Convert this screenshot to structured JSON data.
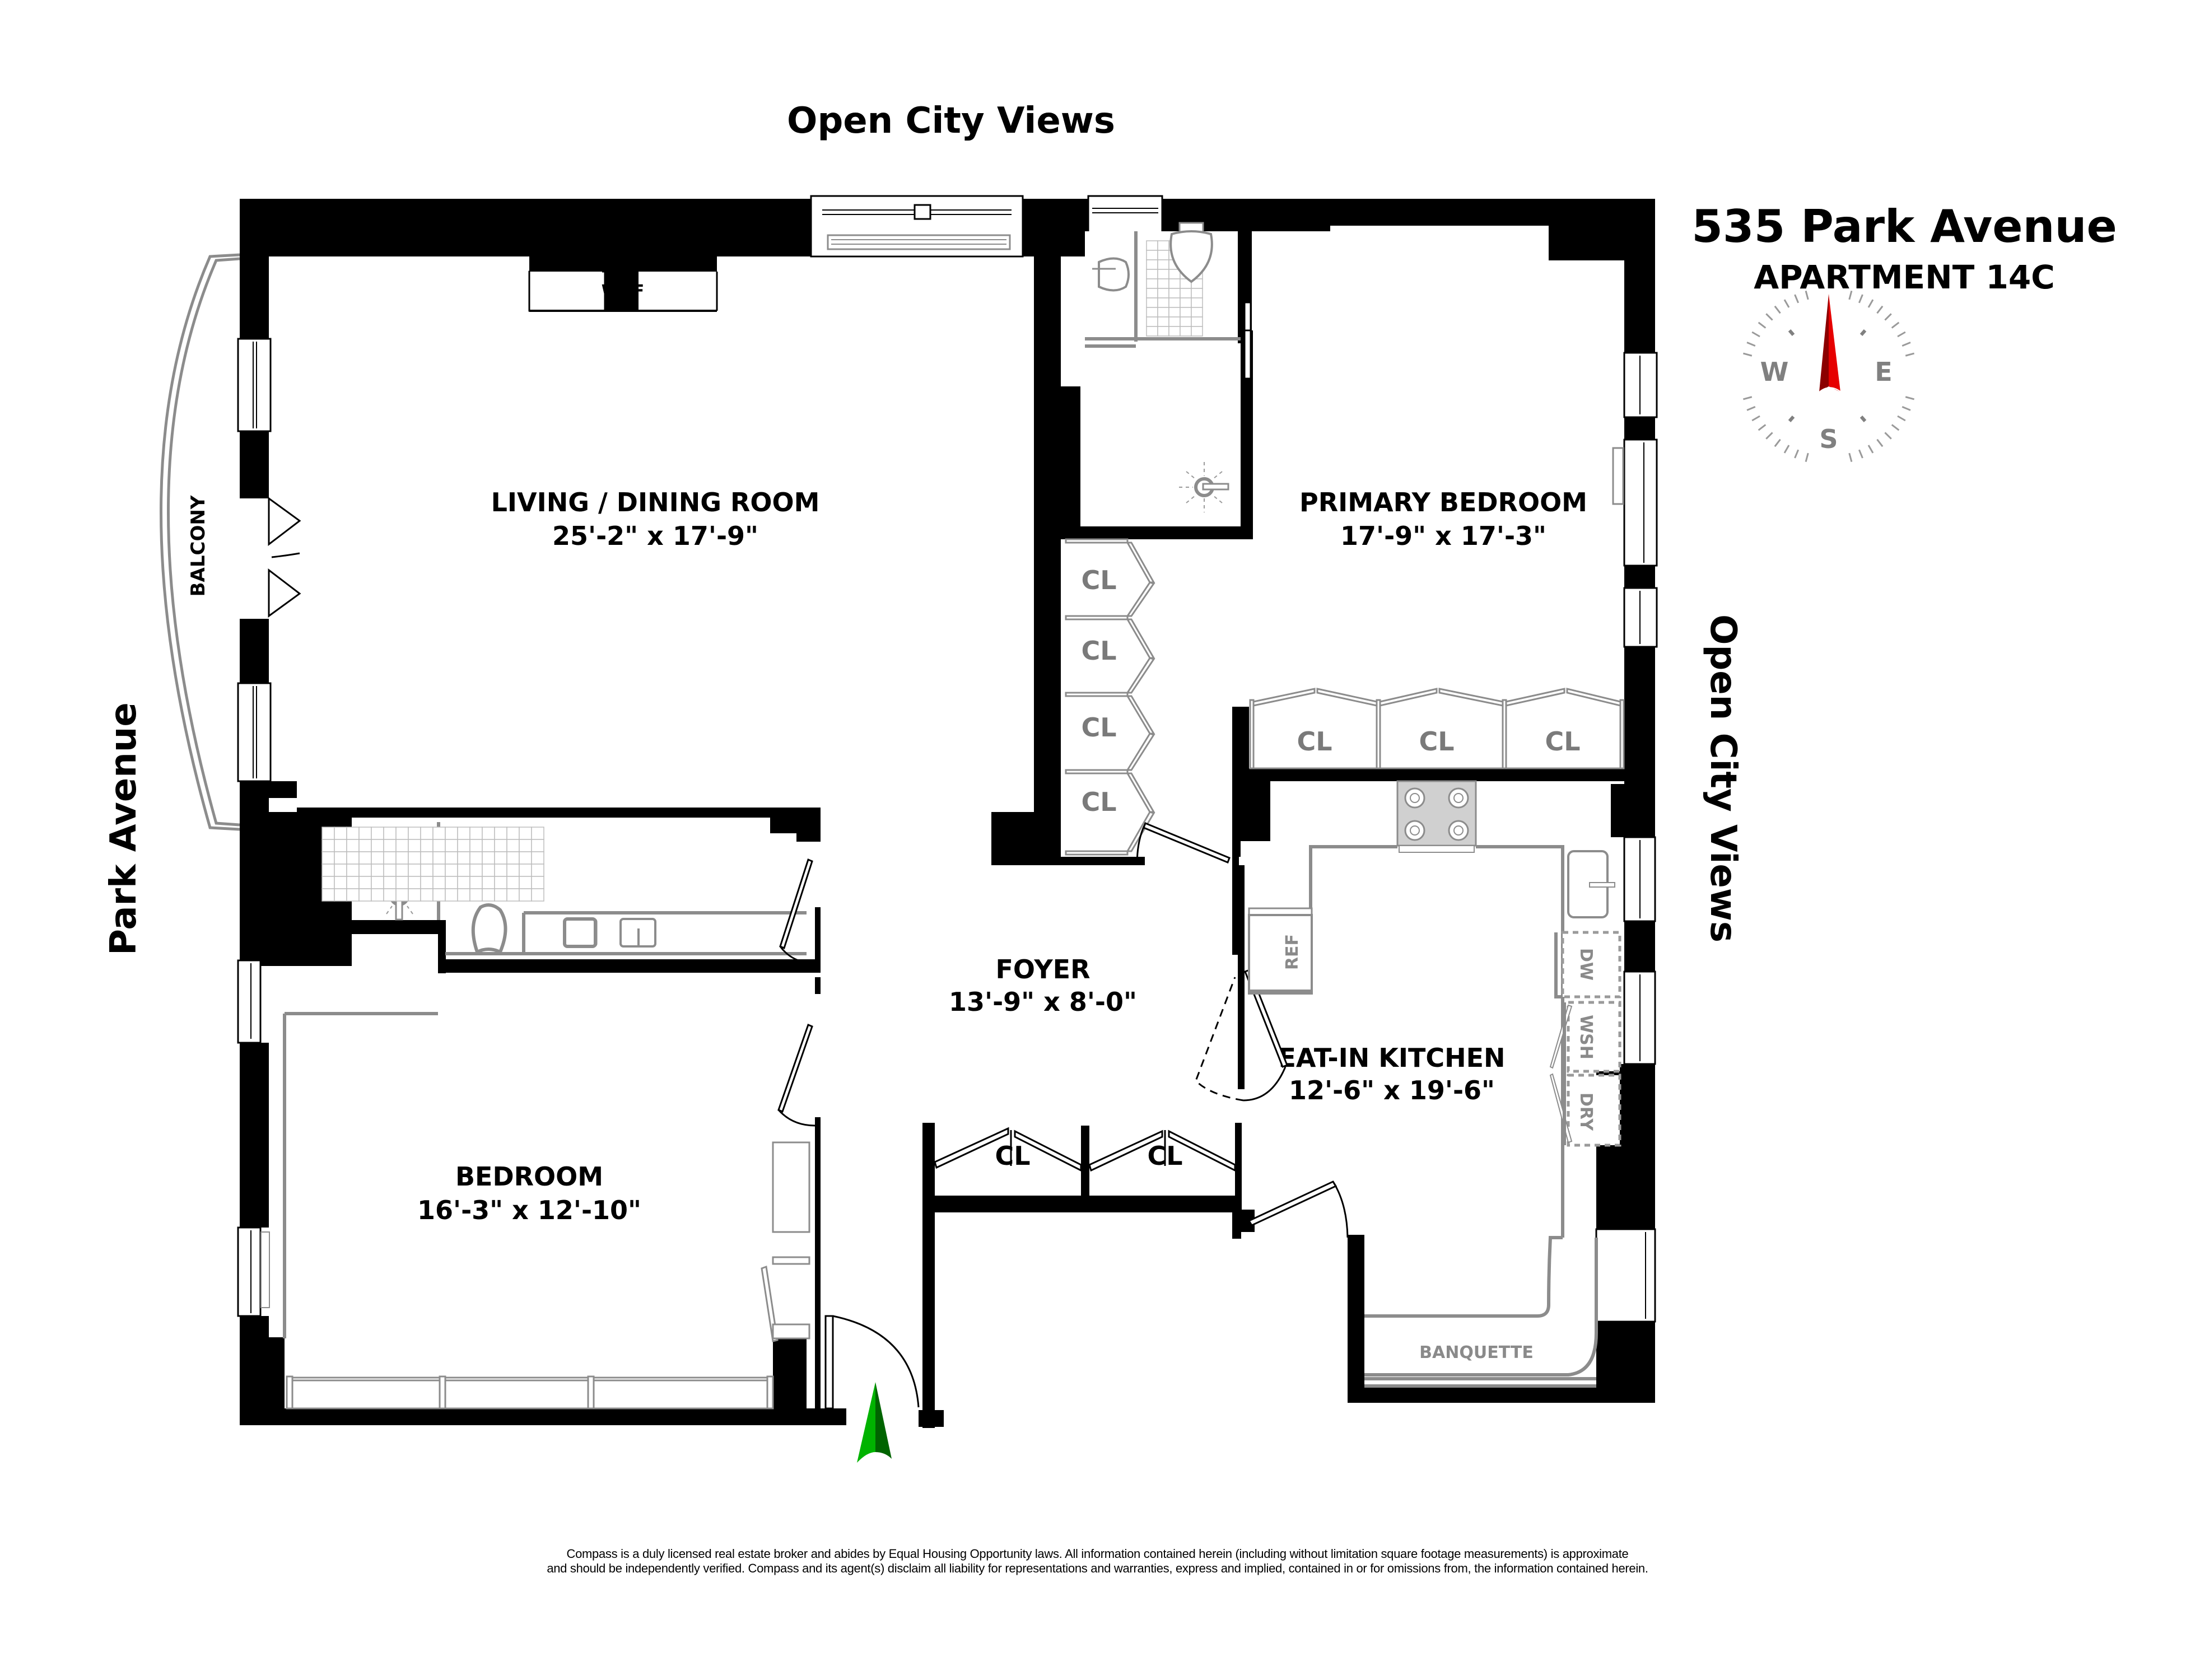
{
  "header": {
    "address": "535 Park Avenue",
    "unit": "APARTMENT 14C"
  },
  "compass": {
    "north_color": "#e60000",
    "north_shade": "#8b0000",
    "letters": {
      "west": "W",
      "east": "E",
      "south": "S"
    }
  },
  "entry_arrow": {
    "color": "#00b300",
    "shade": "#006400"
  },
  "exposures": {
    "top": "Open City Views",
    "right": "Open City Views",
    "left": "Park Avenue"
  },
  "rooms": {
    "living": {
      "name": "LIVING / DINING ROOM",
      "dims": "25'-2\" x 17'-9\""
    },
    "primary_bedroom": {
      "name": "PRIMARY BEDROOM",
      "dims": "17'-9\" x 17'-3\""
    },
    "foyer": {
      "name": "FOYER",
      "dims": "13'-9\" x 8'-0\""
    },
    "kitchen": {
      "name": "EAT-IN KITCHEN",
      "dims": "12'-6\" x 19'-6\""
    },
    "bedroom": {
      "name": "BEDROOM",
      "dims": "16'-3\" x 12'-10\""
    },
    "balcony": {
      "name": "BALCONY"
    }
  },
  "features": {
    "fireplace": "WBF",
    "refrigerator": "REF",
    "dishwasher": "DW",
    "washer": "WSH",
    "dryer": "DRY",
    "banquette": "BANQUETTE"
  },
  "closets": {
    "label": "CL",
    "primary_left": [
      "CL",
      "CL",
      "CL",
      "CL"
    ],
    "primary_bottom": [
      "CL",
      "CL",
      "CL"
    ],
    "foyer": [
      "CL",
      "CL"
    ]
  },
  "disclaimer": {
    "line1": "Compass is a duly licensed real estate broker and abides by Equal Housing Opportunity laws. All information contained herein (including without limitation square footage measurements) is approximate",
    "line2": "and should be independently verified. Compass and its agent(s) disclaim all liability for representations and warranties, express and implied, contained in or for omissions from, the information contained herein."
  }
}
